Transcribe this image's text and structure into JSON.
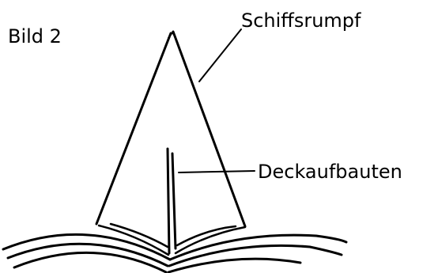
{
  "figure": {
    "label": "Bild 2"
  },
  "labels": {
    "hull": "Schiffsrumpf",
    "superstructure": "Deckaufbauten"
  },
  "colors": {
    "ink": "#000000",
    "background": "#ffffff"
  }
}
